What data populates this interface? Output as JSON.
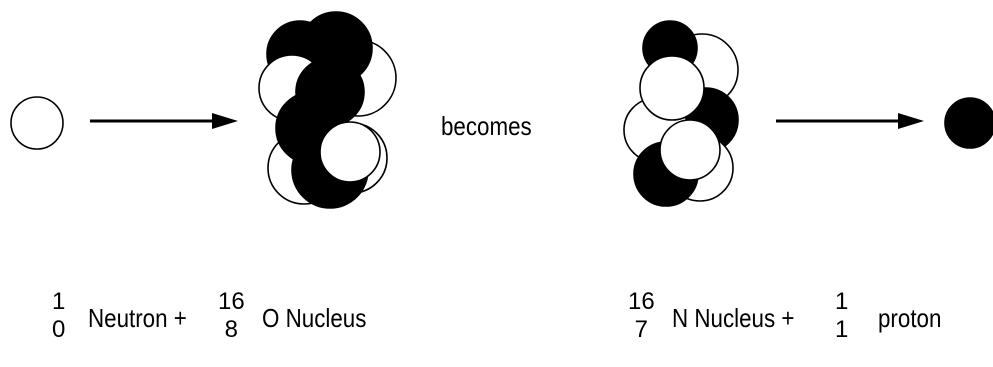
{
  "colors": {
    "ink": "#000000",
    "paper": "#ffffff"
  },
  "icons": {
    "neutron": "hollow-circle",
    "proton": "filled-circle",
    "oxygen_nucleus": "nucleon-cluster",
    "nitrogen_nucleus": "nucleon-cluster",
    "arrow": "right-arrow"
  },
  "diagram": {
    "connector": "becomes",
    "left_equation": {
      "term1": {
        "mass": "1",
        "atomic": "0",
        "label": "Neutron +"
      },
      "term2": {
        "mass": "16",
        "atomic": "8",
        "label": "O Nucleus"
      }
    },
    "right_equation": {
      "term1": {
        "mass": "16",
        "atomic": "7",
        "label": "N Nucleus +"
      },
      "term2": {
        "mass": "1",
        "atomic": "1",
        "label": "proton"
      }
    }
  }
}
